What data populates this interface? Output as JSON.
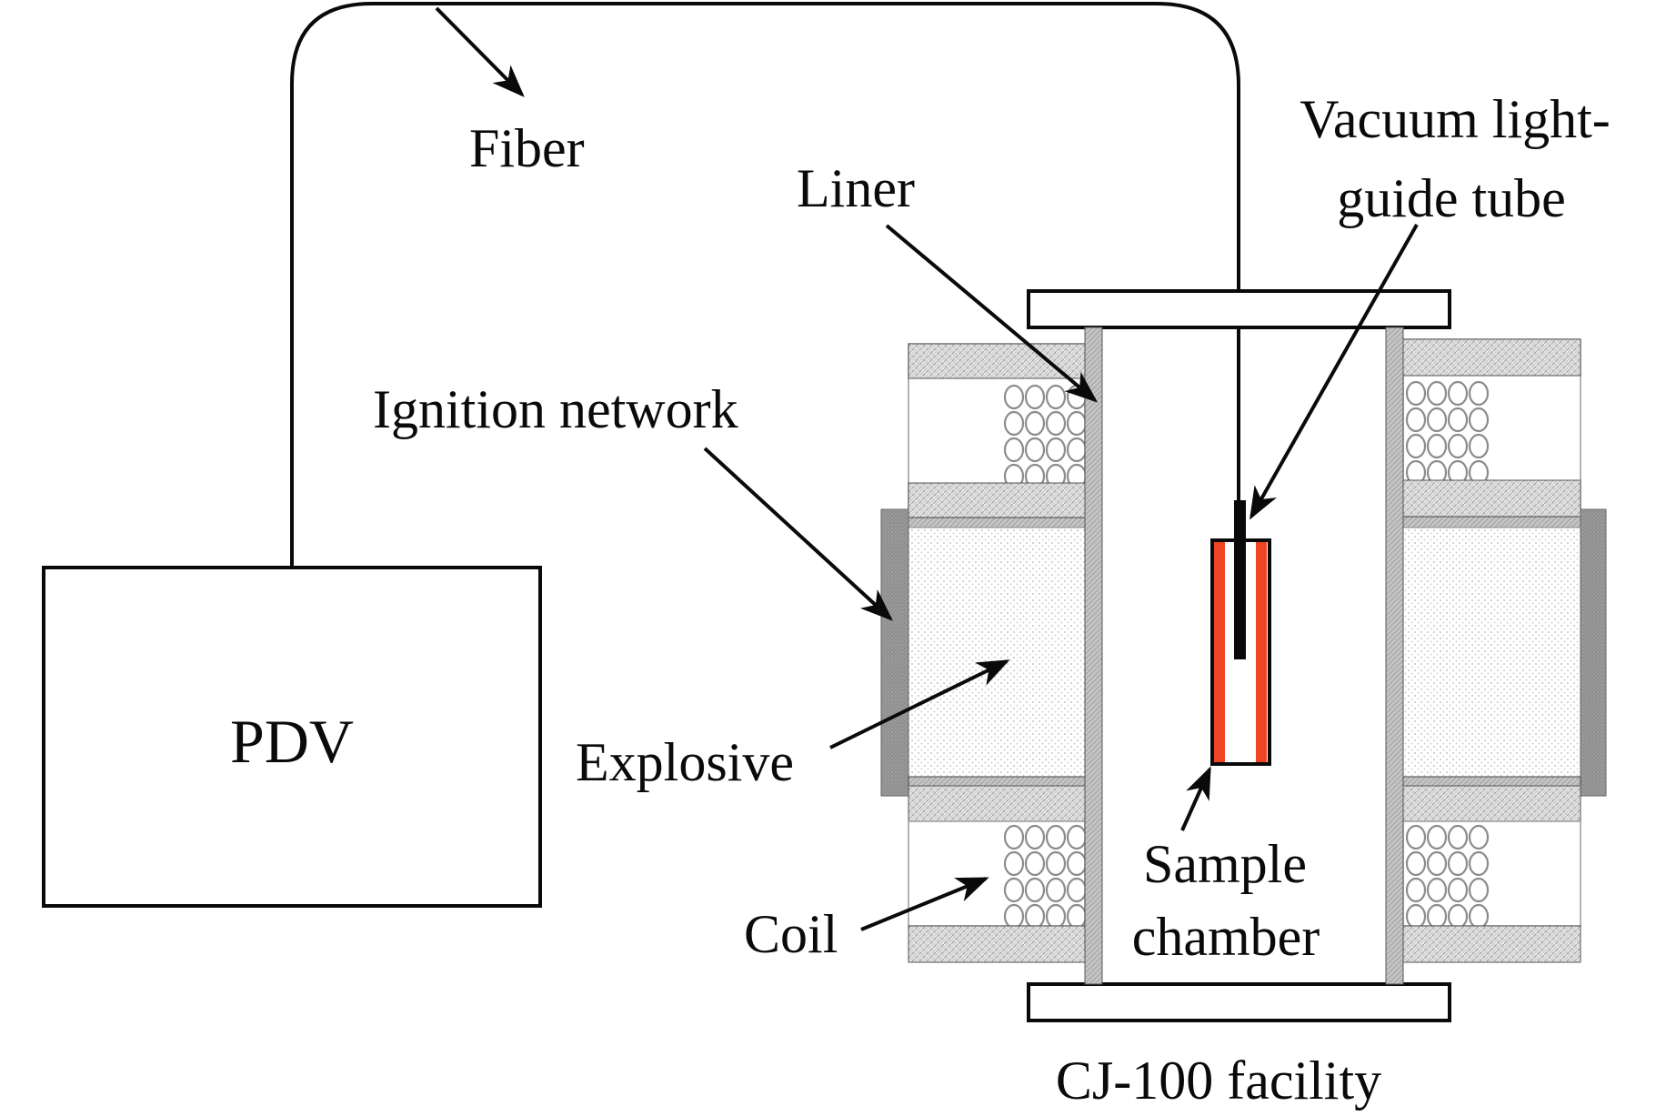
{
  "diagram": {
    "title": "CJ-100 facility experimental setup with PDV",
    "components": {
      "pdv": {
        "label": "PDV"
      },
      "fiber": {
        "label": "Fiber"
      },
      "liner": {
        "label": "Liner"
      },
      "vacuum_tube": {
        "label_line1": "Vacuum light-",
        "label_line2": "guide tube"
      },
      "ignition": {
        "label": "Ignition network"
      },
      "explosive": {
        "label": "Explosive"
      },
      "coil": {
        "label": "Coil"
      },
      "sample_chamber": {
        "label_line1": "Sample",
        "label_line2": "chamber"
      },
      "facility": {
        "label": "CJ-100 facility"
      }
    },
    "colors": {
      "line": "#0a0a0a",
      "sample_wall": "#f04523",
      "liner_fill": "#b8b8b8",
      "ignition_fill": "#8a8a8a",
      "hatch_fill": "#c8c8c8",
      "coil_stroke": "#8c8c8c"
    },
    "coil_grid": {
      "rows": 4,
      "cols": 4
    }
  }
}
